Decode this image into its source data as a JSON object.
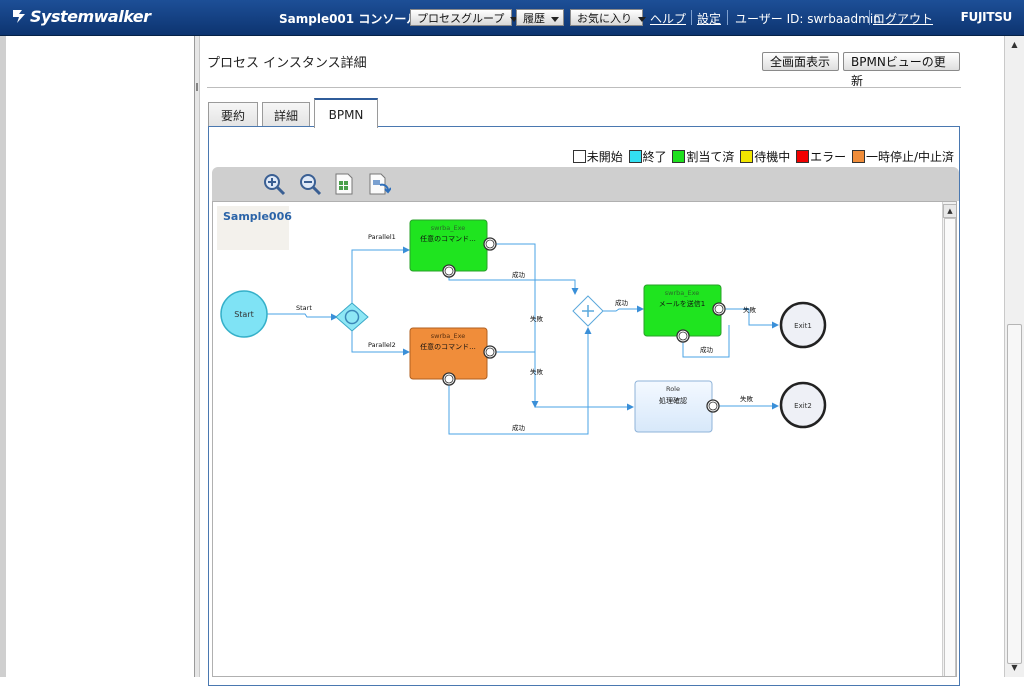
{
  "header": {
    "brand": "Systemwalker",
    "console_title": "Sample001 コンソール",
    "menus": [
      {
        "label": "プロセスグループ"
      },
      {
        "label": "履歴"
      },
      {
        "label": "お気に入り"
      }
    ],
    "help_link": "ヘルプ",
    "settings_link": "設定",
    "user_label": "ユーザー ID: swrbaadmin",
    "logout_link": "ログアウト",
    "vendor": "FUJITSU"
  },
  "page": {
    "title": "プロセス インスタンス詳細",
    "fullscreen_button": "全画面表示",
    "refresh_button": "BPMNビューの更新"
  },
  "tabs": [
    {
      "label": "要約",
      "active": false
    },
    {
      "label": "詳細",
      "active": false
    },
    {
      "label": "BPMN",
      "active": true
    }
  ],
  "legend": [
    {
      "label": "未開始",
      "color": "#ffffff"
    },
    {
      "label": "終了",
      "color": "#33e0f2"
    },
    {
      "label": "割当て済",
      "color": "#1ee01e"
    },
    {
      "label": "待機中",
      "color": "#f2e600"
    },
    {
      "label": "エラー",
      "color": "#f00000"
    },
    {
      "label": "一時停止/中止済",
      "color": "#f08d3a"
    }
  ],
  "toolbar_icons": [
    "zoom-in-icon",
    "zoom-out-icon",
    "fit-page-icon",
    "export-icon"
  ],
  "diagram": {
    "process_name": "Sample006",
    "start_label": "Start",
    "edge_start": "Start",
    "edge_parallel1": "Parallel1",
    "edge_parallel2": "Parallel2",
    "task1": {
      "role": "swrba_Exe",
      "name": "任意のコマンド..."
    },
    "task2": {
      "role": "swrba_Exe",
      "name": "任意のコマンド..."
    },
    "task3": {
      "role": "swrba_Exe",
      "name": "メールを送信1"
    },
    "task4": {
      "role": "Role",
      "name": "処理確認"
    },
    "success": "成功",
    "failure": "失敗",
    "exit1": "Exit1",
    "exit2": "Exit2"
  }
}
